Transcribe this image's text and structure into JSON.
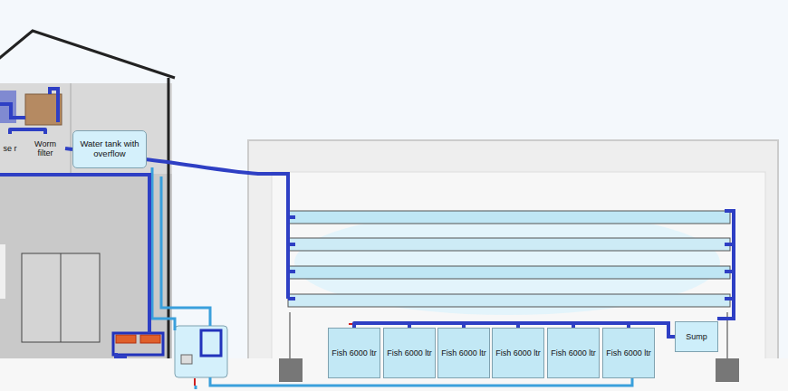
{
  "diagram": {
    "nodes": [
      {
        "text": [
          "se r"
        ]
      },
      {
        "text": [
          "Worm filter"
        ]
      },
      {
        "text": [
          "Water tank with overflow"
        ]
      },
      {
        "text": [
          "Fish 6000 ltr"
        ]
      },
      {
        "text": [
          "Fish 6000 ltr"
        ]
      },
      {
        "text": [
          "Fish 6000 ltr"
        ]
      },
      {
        "text": [
          "Fish 6000 ltr"
        ]
      },
      {
        "text": [
          "Fish 6000 ltr"
        ]
      },
      {
        "text": [
          "Fish 6000 ltr"
        ]
      },
      {
        "text": [
          "Sump"
        ]
      }
    ],
    "edges": [
      {
        "from": 0,
        "to": 1,
        "arrow": "none"
      },
      {
        "from": 1,
        "to": 2,
        "arrow": "none"
      },
      {
        "from": 3,
        "to": 9,
        "arrow": "none"
      },
      {
        "from": 4,
        "to": 9,
        "arrow": "none"
      },
      {
        "from": 5,
        "to": 9,
        "arrow": "none"
      },
      {
        "from": 6,
        "to": 9,
        "arrow": "none"
      },
      {
        "from": 7,
        "to": 9,
        "arrow": "none"
      },
      {
        "from": 8,
        "to": 9,
        "arrow": "none"
      }
    ]
  }
}
